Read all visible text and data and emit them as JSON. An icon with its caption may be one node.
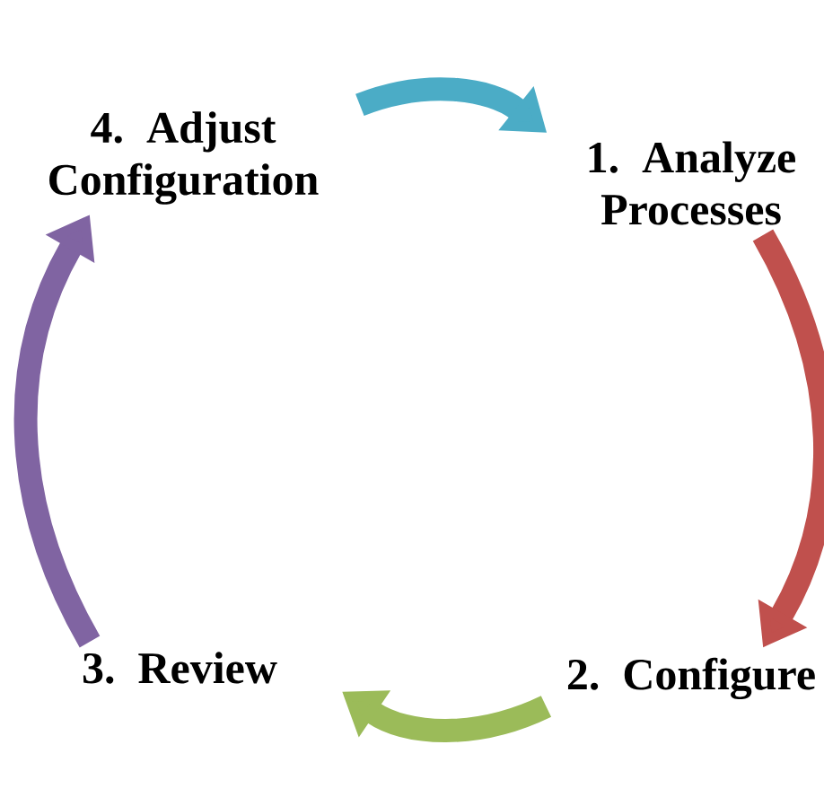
{
  "diagram": {
    "nodes": [
      {
        "text": [
          "1. Analyze Processes"
        ]
      },
      {
        "text": [
          "2. Configure"
        ]
      },
      {
        "text": [
          "3. Review"
        ]
      },
      {
        "text": [
          "4. Adjust Configuration"
        ]
      }
    ],
    "edges": [
      {
        "from": 3,
        "to": 0,
        "arrow": "to",
        "color": "#4bacc6"
      },
      {
        "from": 0,
        "to": 1,
        "arrow": "to",
        "color": "#c0504d"
      },
      {
        "from": 1,
        "to": 2,
        "arrow": "to",
        "color": "#9bbb59"
      },
      {
        "from": 2,
        "to": 3,
        "arrow": "to",
        "color": "#8064a2"
      }
    ]
  }
}
